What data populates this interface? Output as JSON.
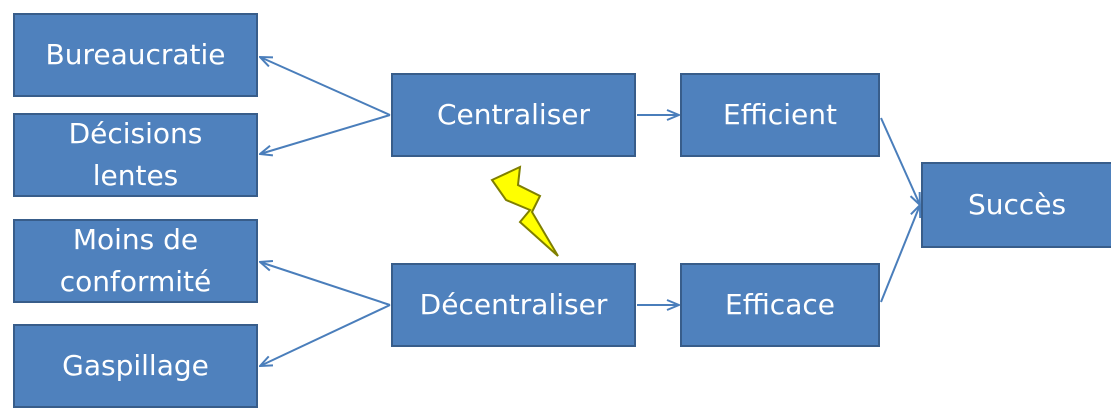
{
  "nodes": {
    "bureaucratie": "Bureaucratie",
    "decisions_lentes": "Décisions\nlentes",
    "moins_conformite": "Moins de\nconformité",
    "gaspillage": "Gaspillage",
    "centraliser": "Centraliser",
    "decentraliser": "Décentraliser",
    "efficient": "Efficient",
    "efficace": "Efficace",
    "succes": "Succès"
  },
  "colors": {
    "box_fill": "#4f81bd",
    "box_border": "#385d8a",
    "connector": "#4a7ebb",
    "lightning_fill": "#ffff00",
    "lightning_stroke": "#7f7f00",
    "text": "#ffffff"
  },
  "icons": [
    "lightning-bolt-icon"
  ]
}
